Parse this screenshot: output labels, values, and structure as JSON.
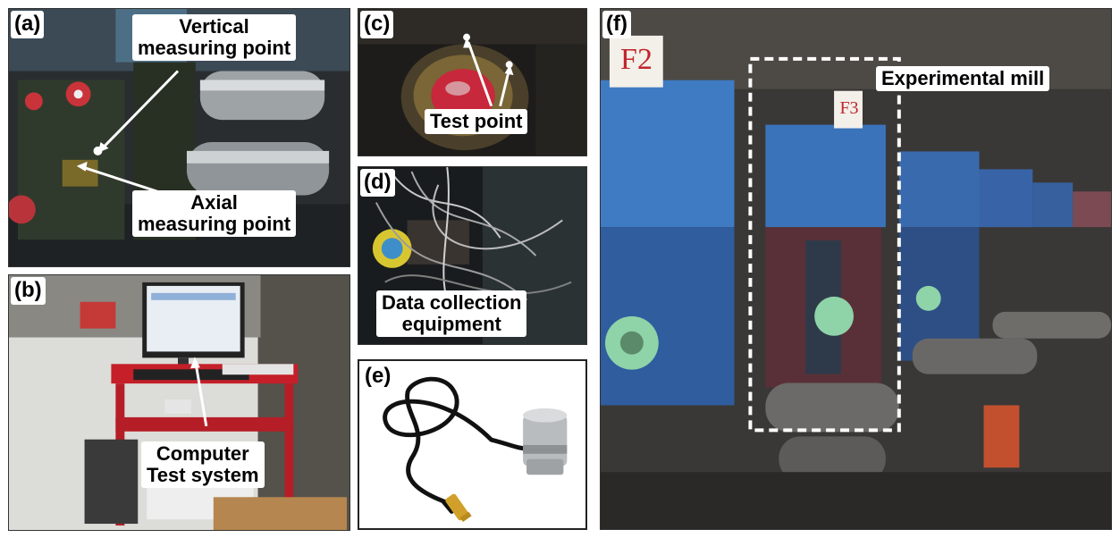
{
  "panels": {
    "a": {
      "label": "(a)",
      "captions": [
        "Vertical",
        "measuring point",
        "Axial",
        "measuring point"
      ]
    },
    "b": {
      "label": "(b)",
      "captions": [
        "Computer",
        "Test system"
      ]
    },
    "c": {
      "label": "(c)",
      "caption": "Test point"
    },
    "d": {
      "label": "(d)",
      "captions": [
        "Data collection",
        "equipment"
      ]
    },
    "e": {
      "label": "(e)"
    },
    "f": {
      "label": "(f)",
      "caption": "Experimental mill",
      "signs": [
        "F2",
        "F3"
      ]
    }
  }
}
